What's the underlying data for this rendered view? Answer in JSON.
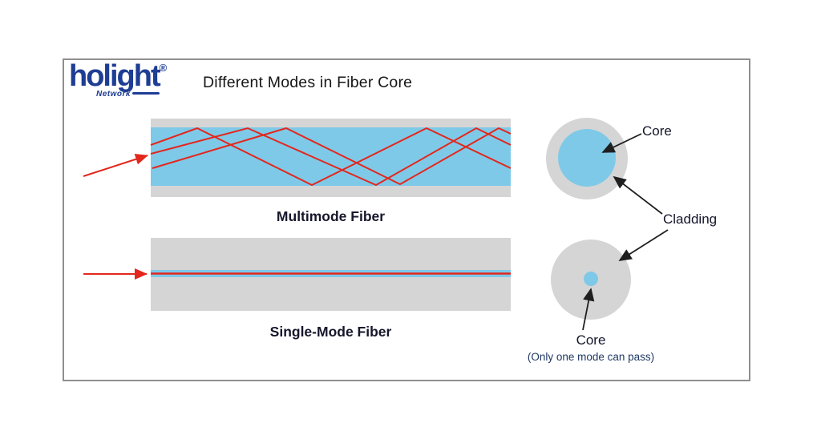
{
  "logo": {
    "brand": "holight",
    "registered": "®",
    "tagline": "Network"
  },
  "header": {
    "title": "Different Modes in Fiber Core"
  },
  "diagram": {
    "multimode": {
      "label": "Multimode Fiber"
    },
    "singlemode": {
      "label": "Single-Mode Fiber"
    },
    "cross_section": {
      "multimode_core_label": "Core",
      "cladding_label": "Cladding",
      "singlemode_core_label": "Core",
      "singlemode_core_note": "(Only one mode can pass)"
    },
    "colors": {
      "core_blue": "#7fc9e8",
      "cladding_gray": "#d5d5d5",
      "ray_red": "#e3271d",
      "arrow_black": "#1f1f1f",
      "brand_navy": "#1e3d94",
      "frame_gray": "#8f8f8f",
      "label_dark": "#16162c",
      "note_navy": "#1f3864"
    }
  }
}
